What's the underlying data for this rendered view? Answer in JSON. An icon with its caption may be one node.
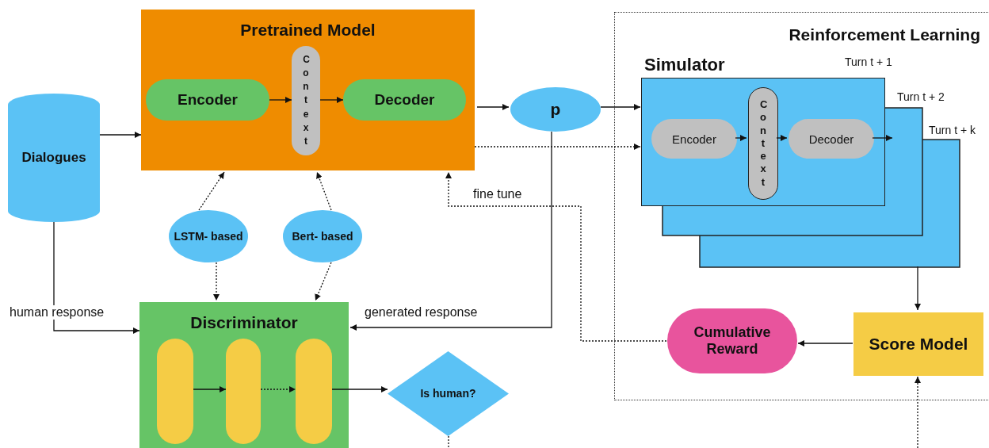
{
  "diagram": {
    "nodes": [
      {
        "text": [
          "Dialogues"
        ]
      },
      {
        "text": [
          "Pretrained Model"
        ]
      },
      {
        "text": [
          "Encoder"
        ],
        "in": 1
      },
      {
        "text": [
          "Context"
        ],
        "in": 1
      },
      {
        "text": [
          "Decoder"
        ],
        "in": 1
      },
      {
        "text": [
          "p"
        ]
      },
      {
        "text": [
          "Reinforcement Learning"
        ]
      },
      {
        "text": [
          "Simulator"
        ],
        "in": 6,
        "beside": [
          "Turn t + 1"
        ]
      },
      {
        "text": [
          "Encoder"
        ],
        "in": 7
      },
      {
        "text": [
          "Context"
        ],
        "in": 7
      },
      {
        "text": [
          "Decoder"
        ],
        "in": 7
      },
      {
        "text": [],
        "shape": "box",
        "in": 6,
        "beside": [
          "Turn t + 2"
        ]
      },
      {
        "text": [],
        "shape": "box",
        "in": 6,
        "beside": [
          "Turn t + k"
        ]
      },
      {
        "text": [
          "LSTM- based"
        ]
      },
      {
        "text": [
          "Bert- based"
        ]
      },
      {
        "text": [
          "Discriminator"
        ]
      },
      {
        "text": [],
        "shape": "bar",
        "in": 15
      },
      {
        "text": [],
        "shape": "bar",
        "in": 15
      },
      {
        "text": [],
        "shape": "bar",
        "in": 15
      },
      {
        "text": [
          "Is human?"
        ]
      },
      {
        "text": [
          "Cumulative Reward"
        ],
        "in": 6
      },
      {
        "text": [
          "Score Model"
        ],
        "in": 6
      }
    ],
    "edges": [
      {
        "from": 0,
        "to": 1,
        "arrow": "to"
      },
      {
        "from": 0,
        "to": 15,
        "arrow": "to",
        "label": "human response"
      },
      {
        "from": 2,
        "to": 3,
        "arrow": "to"
      },
      {
        "from": 3,
        "to": 4,
        "arrow": "to"
      },
      {
        "from": 1,
        "to": 5,
        "arrow": "to"
      },
      {
        "from": 5,
        "to": 7,
        "arrow": "to"
      },
      {
        "from": 1,
        "to": 7,
        "arrow": "to",
        "style": "dashed"
      },
      {
        "from": 5,
        "to": 15,
        "arrow": "to",
        "label": "generated response"
      },
      {
        "from": 8,
        "to": 9,
        "arrow": "to"
      },
      {
        "from": 9,
        "to": 10,
        "arrow": "to"
      },
      {
        "from": 10,
        "to": 11,
        "arrow": "to"
      },
      {
        "from": 12,
        "to": 21,
        "arrow": "to"
      },
      {
        "from": 21,
        "to": 20,
        "arrow": "to"
      },
      {
        "from": 20,
        "to": 1,
        "arrow": "to",
        "style": "dashed",
        "label": "fine tune"
      },
      {
        "from": 13,
        "to": 1,
        "arrow": "to",
        "style": "dashed"
      },
      {
        "from": 14,
        "to": 1,
        "arrow": "to",
        "style": "dashed"
      },
      {
        "from": 13,
        "to": 15,
        "arrow": "to",
        "style": "dashed"
      },
      {
        "from": 14,
        "to": 15,
        "arrow": "to",
        "style": "dashed"
      },
      {
        "from": 16,
        "to": 17,
        "arrow": "to"
      },
      {
        "from": 17,
        "to": 18,
        "arrow": "to",
        "style": "dashed"
      },
      {
        "from": 18,
        "to": 19,
        "arrow": "to"
      },
      {
        "from": 19,
        "to": null,
        "arrow": "none",
        "style": "dashed"
      },
      {
        "from": null,
        "to": 21,
        "arrow": "to",
        "style": "dashed"
      }
    ]
  }
}
